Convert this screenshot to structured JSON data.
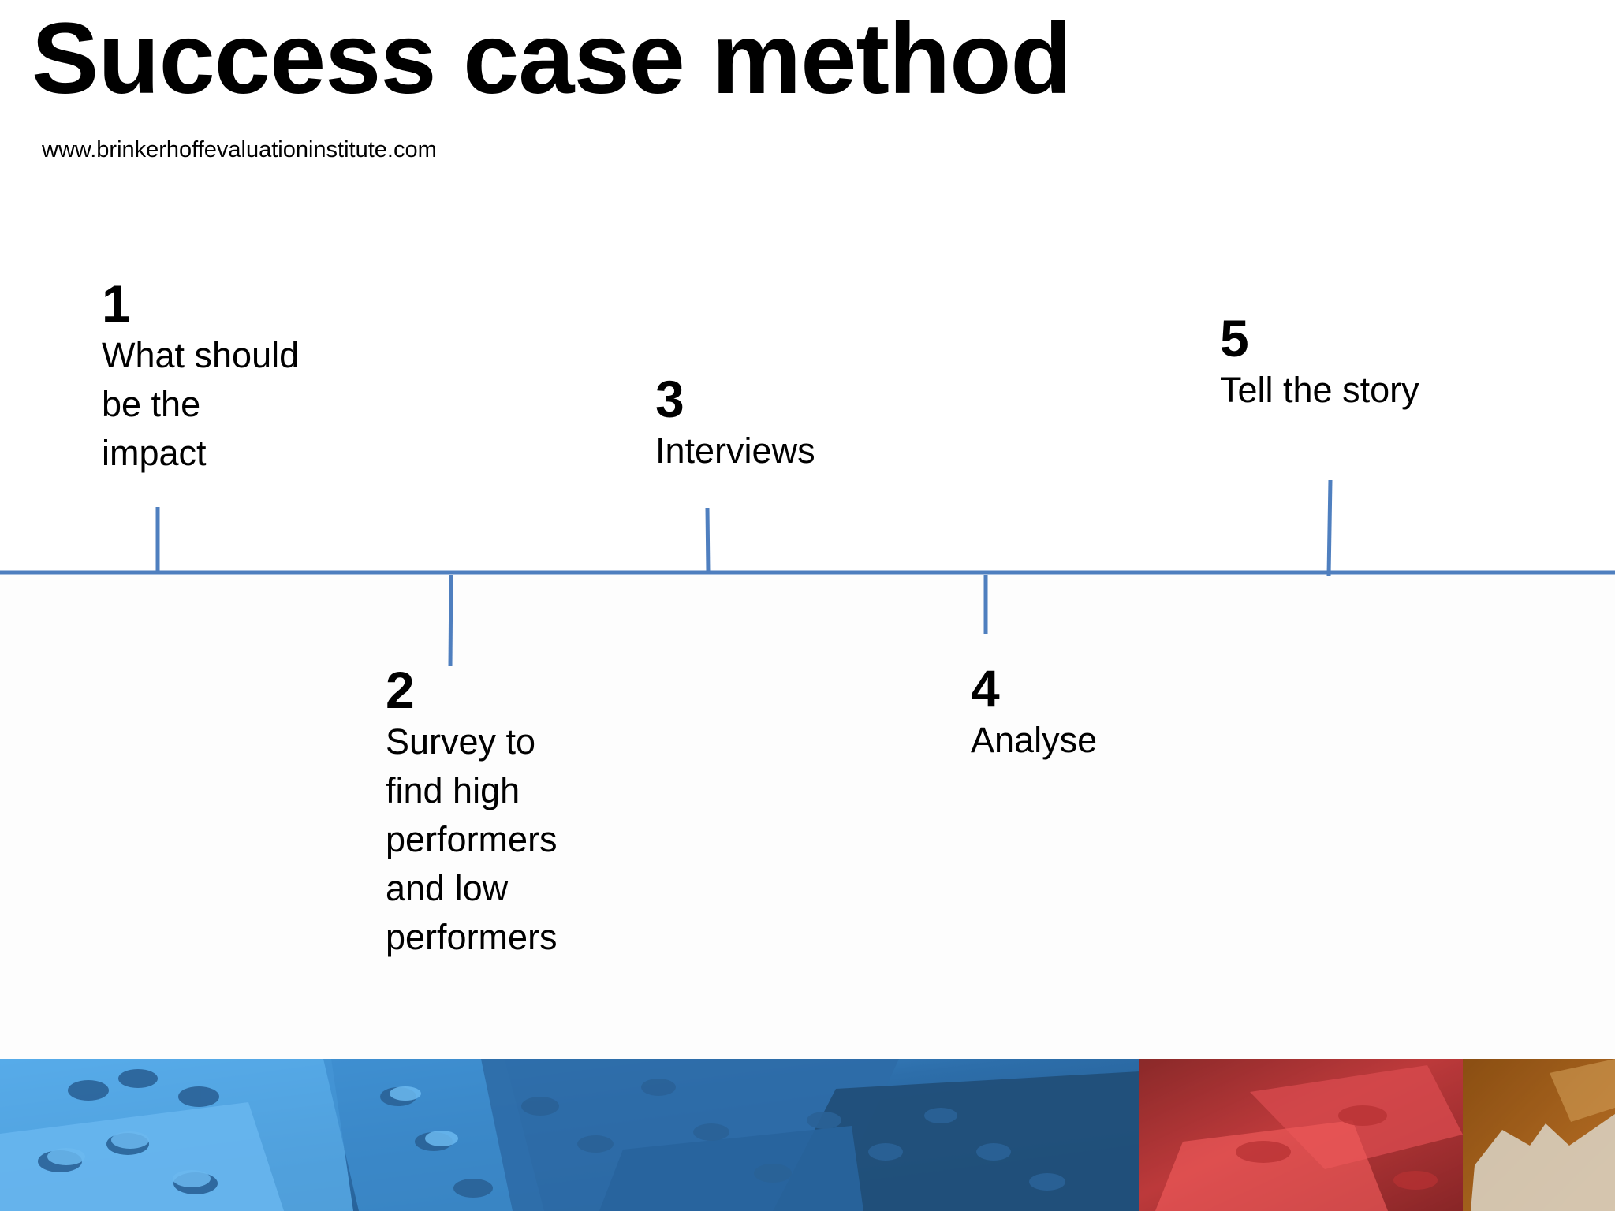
{
  "title": "Success case method",
  "source_url": "www.brinkerhoffevaluationinstitute.com",
  "colors": {
    "timeline": "#4f7fbf",
    "text": "#000000"
  },
  "steps": [
    {
      "number": "1",
      "label": "What should\nbe the\nimpact"
    },
    {
      "number": "2",
      "label": "Survey to\nfind high\nperformers\nand low\nperformers"
    },
    {
      "number": "3",
      "label": "Interviews"
    },
    {
      "number": "4",
      "label": "Analyse"
    },
    {
      "number": "5",
      "label": "Tell the story"
    }
  ]
}
